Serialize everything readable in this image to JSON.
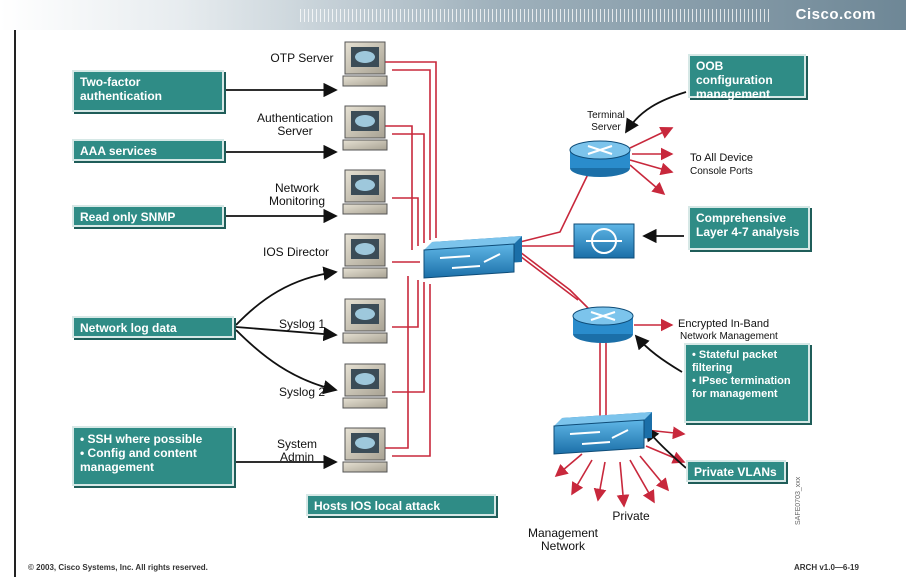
{
  "header": {
    "brand": "Cisco.com"
  },
  "left_boxes": {
    "two_factor": "Two-factor authentication",
    "aaa": "AAA services",
    "snmp": "Read only SNMP",
    "netlog": "Network log data",
    "ssh_1": "• SSH where possible",
    "ssh_2": "• Config and content management"
  },
  "servers": {
    "otp": "OTP Server",
    "auth": "Authentication Server",
    "monitoring": "Network Monitoring",
    "ios_director": "IOS Director",
    "syslog1": "Syslog 1",
    "syslog2": "Syslog 2",
    "sysadmin": "System Admin"
  },
  "bottom_box": "Hosts IOS local attack",
  "right_boxes": {
    "oob": "OOB configuration management",
    "layer47": "Comprehensive Layer 4-7 analysis",
    "stateful_1": "• Stateful packet filtering",
    "stateful_2": "• IPsec termination for management",
    "pvlan": "Private VLANs"
  },
  "labels": {
    "terminal_server": "Terminal Server",
    "to_all_1": "To All Device",
    "to_all_2": "Console Ports",
    "encrypted_1": "Encrypted In-Band",
    "encrypted_2": "Network Management",
    "private": "Private",
    "mgmt_1": "Management",
    "mgmt_2": "Network",
    "figure_id": "SAFE0703_xxx"
  },
  "footer": {
    "copyright": "© 2003, Cisco Systems, Inc. All rights reserved.",
    "code": "ARCH v1.0—6-19"
  }
}
